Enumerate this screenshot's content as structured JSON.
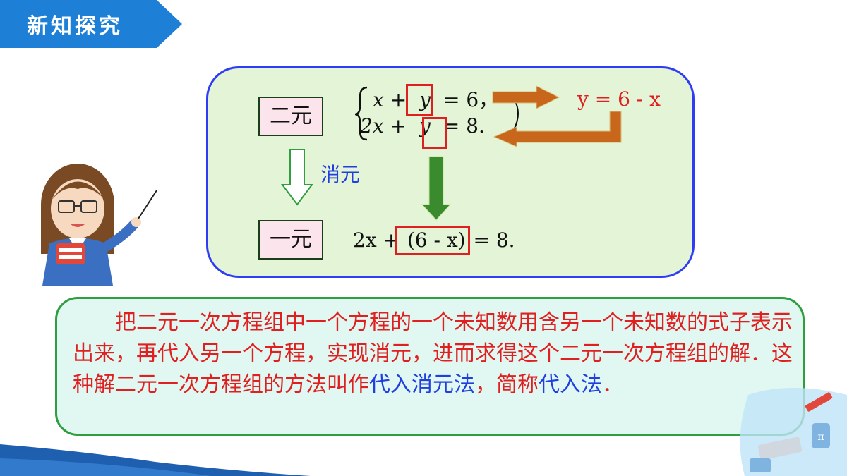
{
  "banner": {
    "title": "新知探究"
  },
  "box_top": {
    "two_var_label": "二元",
    "one_var_label": "一元",
    "elim_label": "消元",
    "eq1": {
      "lhs_a": "x",
      "plus": "+",
      "var": "y",
      "rhs": "= 6，"
    },
    "eq2": {
      "lhs_a": "2x",
      "plus": "+",
      "var": "y",
      "rhs": "= 8."
    },
    "substitution": "y = 6 - x",
    "result": {
      "pre": "2x +",
      "boxed": "(6 - x)",
      "post": "= 8."
    }
  },
  "definition": {
    "text1": "把二元一次方程组中一个方程的一个未知数用含另一个未知数的式子表示出来，再代入另一个方程，实现消元，进而求得这个二元一次方程组的解．这种解二元一次方程组的方法叫作",
    "method": "代入消元法",
    "text2": "，简称",
    "short": "代入法",
    "text3": "．"
  },
  "colors": {
    "banner": "#1e7fd6",
    "frame_top": "#2f3cf5",
    "frame_bottom": "#2e9e3e",
    "red": "#e02020",
    "blue": "#1f3fe0",
    "orange_arrow": "#c8661c",
    "green_arrow": "#3a8a2e"
  }
}
